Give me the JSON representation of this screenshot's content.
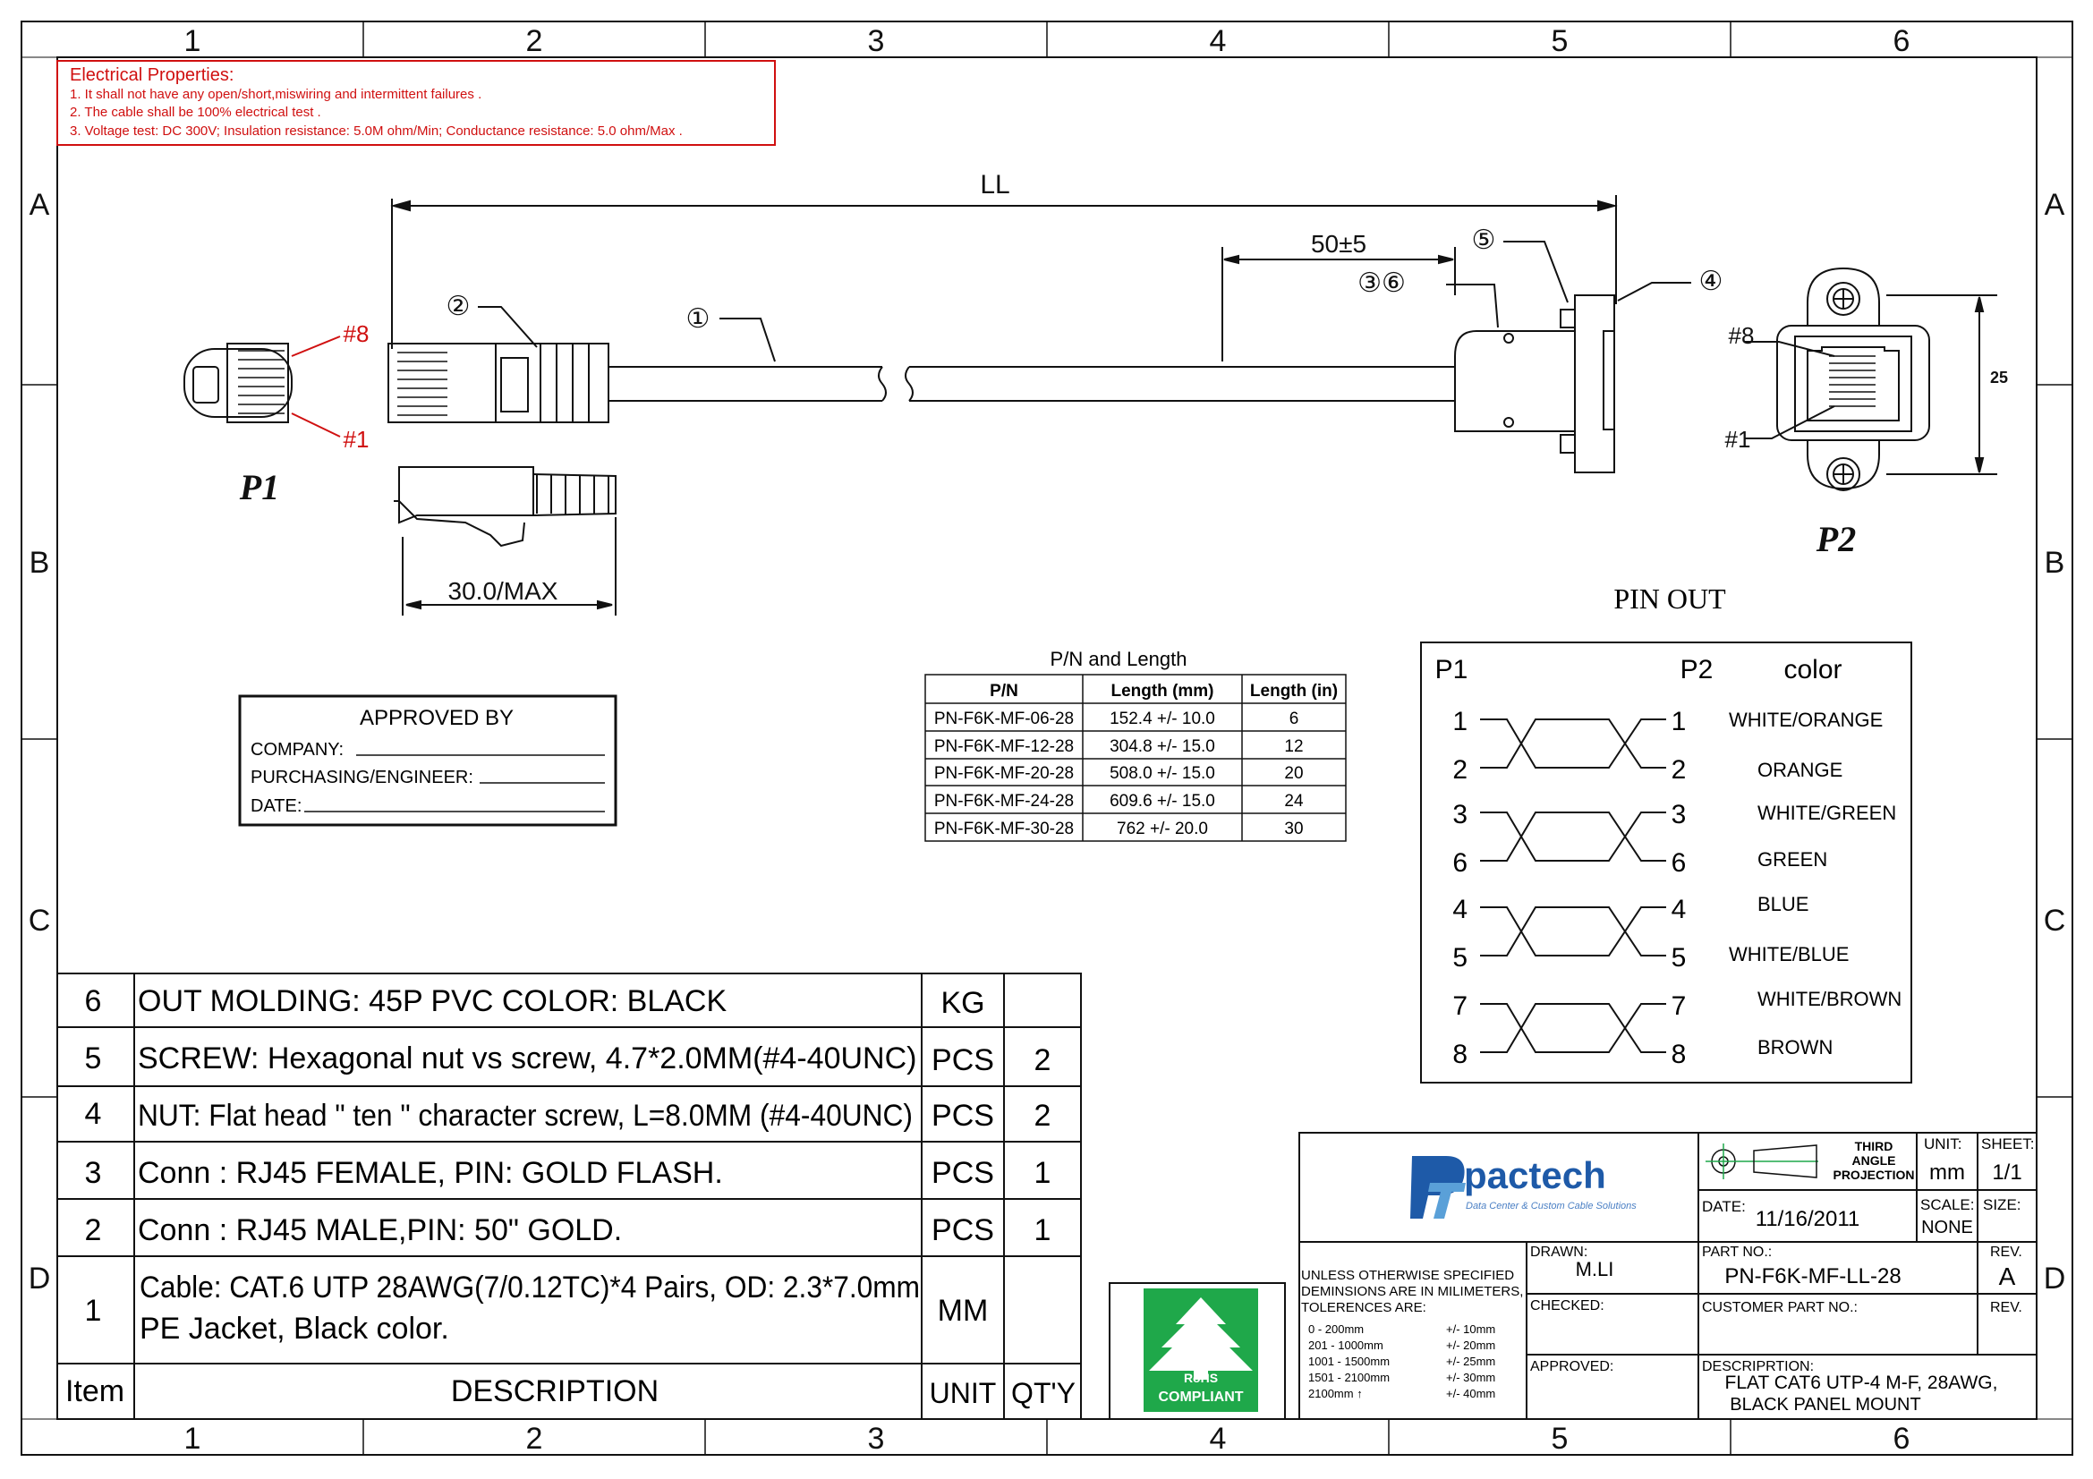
{
  "frame": {
    "columns": [
      "1",
      "2",
      "3",
      "4",
      "5",
      "6"
    ],
    "rows": [
      "A",
      "B",
      "C",
      "D"
    ]
  },
  "electrical": {
    "title": "Electrical Properties:",
    "lines": [
      "1. It shall not have any open/short,miswiring and intermittent failures .",
      "2. The cable shall be 100% electrical test .",
      "3. Voltage test: DC 300V; Insulation resistance: 5.0M ohm/Min; Conductance resistance: 5.0 ohm/Max ."
    ]
  },
  "dimensions": {
    "overall": "LL",
    "offset": "50±5",
    "plug_length": "30.0/MAX",
    "panel_height": "25"
  },
  "callouts": {
    "cable": "①",
    "boot": "②",
    "housing": "③⑥",
    "nut": "④",
    "screw": "⑤"
  },
  "pin_labels": {
    "p1_top": "#8",
    "p1_bottom": "#1",
    "p2_top": "#8",
    "p2_bottom": "#1"
  },
  "views": {
    "p1": "P1",
    "p2": "P2"
  },
  "approved": {
    "title": "APPROVED  BY",
    "company": "COMPANY:",
    "purchasing": "PURCHASING/ENGINEER:",
    "date": "DATE:"
  },
  "pn_table": {
    "title": "P/N and Length",
    "headers": [
      "P/N",
      "Length (mm)",
      "Length (in)"
    ],
    "rows": [
      [
        "PN-F6K-MF-06-28",
        "152.4 +/- 10.0",
        "6"
      ],
      [
        "PN-F6K-MF-12-28",
        "304.8 +/- 15.0",
        "12"
      ],
      [
        "PN-F6K-MF-20-28",
        "508.0 +/- 15.0",
        "20"
      ],
      [
        "PN-F6K-MF-24-28",
        "609.6 +/- 15.0",
        "24"
      ],
      [
        "PN-F6K-MF-30-28",
        "762 +/- 20.0",
        "30"
      ]
    ]
  },
  "pinout": {
    "title": "PIN OUT",
    "headers": [
      "P1",
      "P2",
      "color"
    ],
    "pairs": [
      {
        "top": "1",
        "bottom": "2",
        "top_color": "WHITE/ORANGE",
        "bottom_color": "ORANGE"
      },
      {
        "top": "3",
        "bottom": "6",
        "top_color": "WHITE/GREEN",
        "bottom_color": "GREEN"
      },
      {
        "top": "4",
        "bottom": "5",
        "top_color": "BLUE",
        "bottom_color": "WHITE/BLUE"
      },
      {
        "top": "7",
        "bottom": "8",
        "top_color": "WHITE/BROWN",
        "bottom_color": "BROWN"
      }
    ]
  },
  "bom": {
    "rows": [
      {
        "item": "6",
        "desc": "OUT MOLDING: 45P PVC COLOR: BLACK",
        "unit": "KG",
        "qty": ""
      },
      {
        "item": "5",
        "desc": "SCREW: Hexagonal nut vs screw, 4.7*2.0MM(#4-40UNC)",
        "unit": "PCS",
        "qty": "2"
      },
      {
        "item": "4",
        "desc": "NUT: Flat head \" ten \" character screw, L=8.0MM (#4-40UNC)",
        "unit": "PCS",
        "qty": "2"
      },
      {
        "item": "3",
        "desc": "Conn : RJ45 FEMALE, PIN: GOLD FLASH.",
        "unit": "PCS",
        "qty": "1"
      },
      {
        "item": "2",
        "desc": "Conn : RJ45 MALE,PIN: 50\" GOLD.",
        "unit": "PCS",
        "qty": "1"
      },
      {
        "item": "1",
        "desc": "Cable: CAT.6 UTP 28AWG(7/0.12TC)*4 Pairs, OD: 2.3*7.0mm",
        "desc2": "PE Jacket, Black color.",
        "unit": "MM",
        "qty": ""
      }
    ],
    "headers": {
      "item": "Item",
      "desc": "DESCRIPTION",
      "unit": "UNIT",
      "qty": "QT'Y"
    }
  },
  "rohs": {
    "line1": "RoHS",
    "line2": "COMPLIANT"
  },
  "title_block": {
    "brand": "pactech",
    "tagline": "Data Center & Custom Cable Solutions",
    "projection": [
      "THIRD",
      "ANGLE",
      "PROJECTION"
    ],
    "unit_label": "UNIT:",
    "unit": "mm",
    "sheet_label": "SHEET:",
    "sheet": "1/1",
    "date_label": "DATE:",
    "date": "11/16/2011",
    "scale_label": "SCALE:",
    "scale": "NONE",
    "size_label": "SIZE:",
    "tolerance_title": [
      "UNLESS OTHERWISE SPECIFIED",
      "DEMINSIONS ARE IN MILIMETERS,",
      "TOLERENCES ARE:"
    ],
    "tolerances": [
      [
        "0 - 200mm",
        "+/- 10mm"
      ],
      [
        "201 - 1000mm",
        "+/- 20mm"
      ],
      [
        "1001 - 1500mm",
        "+/- 25mm"
      ],
      [
        "1501 - 2100mm",
        "+/- 30mm"
      ],
      [
        "2100mm ↑",
        "+/- 40mm"
      ]
    ],
    "drawn_label": "DRAWN:",
    "drawn": "M.LI",
    "part_no_label": "PART NO.:",
    "part_no": "PN-F6K-MF-LL-28",
    "rev_label": "REV.",
    "rev": "A",
    "checked_label": "CHECKED:",
    "customer_part_label": "CUSTOMER PART NO.:",
    "rev2_label": "REV.",
    "approved_label": "APPROVED:",
    "description_label": "DESCRIPRTION:",
    "description": [
      "FLAT CAT6 UTP-4 M-F, 28AWG,",
      "BLACK  PANEL MOUNT"
    ]
  },
  "colors": {
    "line": "#111111",
    "red": "#d01010",
    "green": "#1fa84a",
    "blue": "#1e5aa8"
  }
}
